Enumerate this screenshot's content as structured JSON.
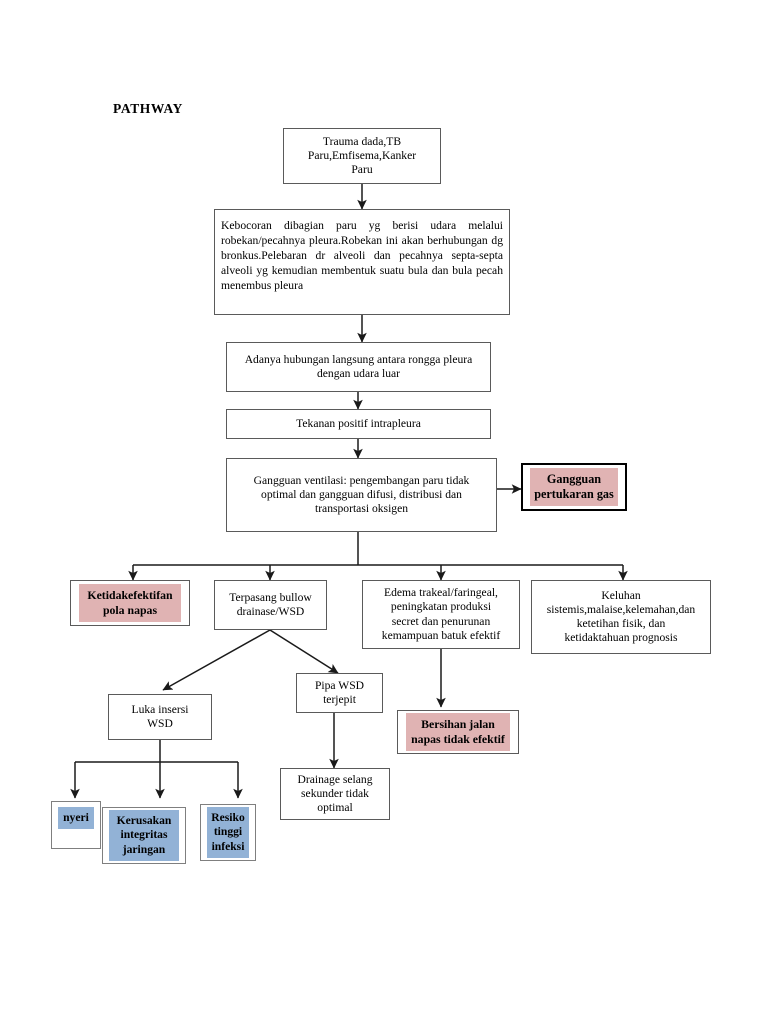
{
  "page": {
    "title": "PATHWAY",
    "colors": {
      "pink_fill": "#e0b3b3",
      "blue_fill": "#92b2d6",
      "box_border": "#5a5a5a",
      "thick_border": "#000000",
      "background": "#ffffff",
      "connector": "#1a1a1a"
    }
  },
  "nodes": {
    "cause": "Trauma dada,TB\nParu,Emfisema,Kanker\nParu",
    "leak": "Kebocoran dibagian paru yg berisi udara melalui robekan/pecahnya pleura.Robekan ini akan berhubungan dg bronkus.Pelebaran dr alveoli dan pecahnya septa-septa alveoli yg kemudian membentuk suatu bula dan bula pecah menembus pleura",
    "connection": "Adanya hubungan langsung antara rongga pleura\ndengan udara luar",
    "pressure": "Tekanan positif intrapleura",
    "ventilation": "Gangguan ventilasi: pengembangan paru tidak\noptimal dan gangguan difusi, distribusi dan\ntransportasi oksigen",
    "gas_exchange": "Gangguan\npertukaran gas",
    "breathing_pattern": "Ketidakefektifan\npola napas",
    "wsd_installed": "Terpasang bullow\ndrainase/WSD",
    "edema": "Edema trakeal/faringeal,\npeningkatan produksi\nsecret dan penurunan\nkemampuan batuk efektif",
    "complaints": "Keluhan\nsistemis,malaise,kelemahan,dan\nketetihan fisik, dan\nketidaktahuan prognosis",
    "insertion_wound": "Luka insersi\nWSD",
    "pipe_pinched": "Pipa WSD\nterjepit",
    "airway_clearance": "Bersihan jalan\nnapas tidak efektif",
    "drainage_suboptimal": "Drainage selang\nsekunder tidak\noptimal",
    "pain": "nyeri",
    "tissue_integrity": "Kerusakan\nintegritas\njaringan",
    "infection_risk": "Resiko\ntinggi\ninfeksi"
  }
}
